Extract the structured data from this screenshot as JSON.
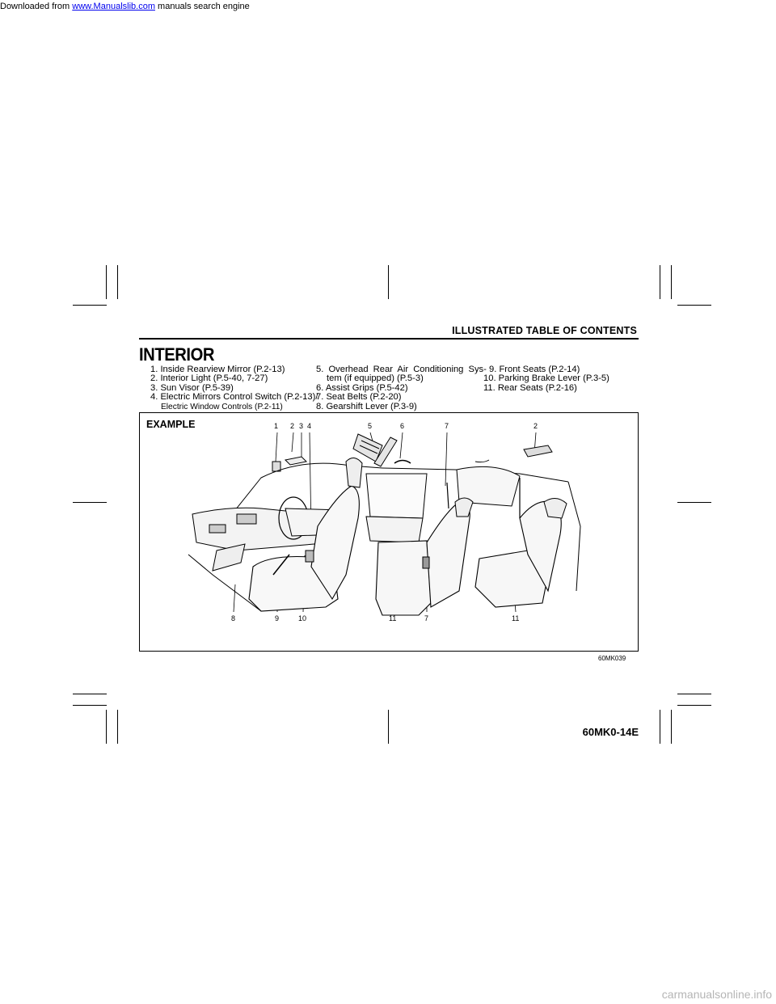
{
  "top_line": {
    "prefix": "Downloaded from ",
    "link": "www.Manualslib.com",
    "suffix": " manuals search engine"
  },
  "header": {
    "title": "ILLUSTRATED TABLE OF CONTENTS"
  },
  "section_title": "INTERIOR",
  "legend": {
    "col1": [
      "1. Inside Rearview Mirror (P.2-13)",
      "2. Interior Light (P.5-40, 7-27)",
      "3. Sun Visor (P.5-39)",
      "4. Electric Mirrors Control Switch (P.2-13)/",
      "Electric Window Controls (P.2-11)"
    ],
    "col2": [
      "5. Overhead Rear Air Conditioning Sys-",
      "tem (if equipped) (P.5-3)",
      "6. Assist Grips (P.5-42)",
      "7. Seat Belts (P.2-20)",
      "8. Gearshift Lever (P.3-9)"
    ],
    "col3": [
      "9. Front Seats (P.2-14)",
      "10. Parking Brake Lever (P.3-5)",
      "11. Rear Seats (P.2-16)"
    ]
  },
  "figure": {
    "label": "EXAMPLE",
    "top_numbers": [
      "1",
      "2",
      "3",
      "4",
      "5",
      "6",
      "7",
      "2"
    ],
    "bottom_numbers": [
      "8",
      "9",
      "10",
      "11",
      "7",
      "11"
    ],
    "code": "60MK039"
  },
  "page_code": "60MK0-14E",
  "watermark": "carmanualsonline.info"
}
